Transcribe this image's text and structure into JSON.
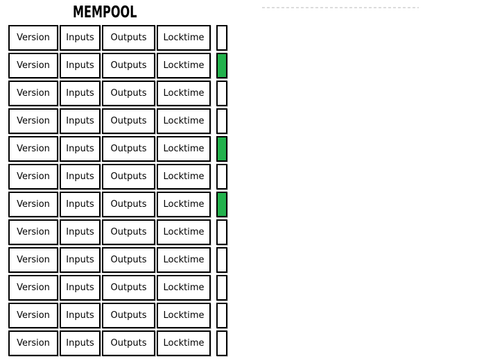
{
  "title": "MEMPOOL",
  "colors": {
    "accent_green": "#22b14c",
    "box_fill": "#ffffff",
    "box_border": "#000000",
    "dashed_line": "#dcdcdc",
    "background": "#ffffff"
  },
  "transaction_fields": [
    "Version",
    "Inputs",
    "Outputs",
    "Locktime"
  ],
  "mempool": {
    "indicators": [
      "white",
      "green",
      "white",
      "white",
      "green",
      "white",
      "green",
      "white",
      "white",
      "white",
      "white",
      "white"
    ]
  }
}
